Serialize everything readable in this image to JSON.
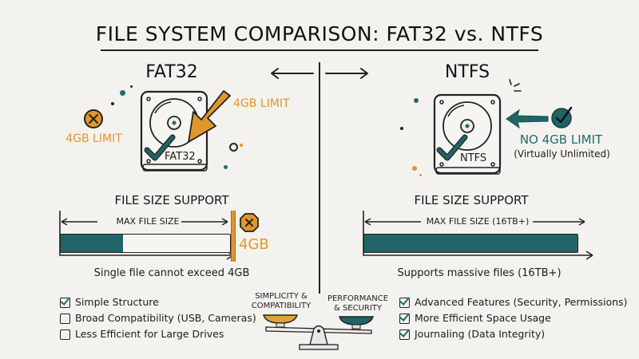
{
  "title": "FILE SYSTEM COMPARISON: FAT32 vs. NTFS",
  "colors": {
    "background": "#f4f2ee",
    "accent_orange": "#e0962a",
    "accent_teal": "#1f6466",
    "ink": "#1c1c1c"
  },
  "left": {
    "heading": "FAT32",
    "drive_label": "FAT32",
    "limit_side_label": "4GB LIMIT",
    "limit_arrow_label": "4GB LIMIT",
    "section_title": "FILE SIZE SUPPORT",
    "bar_label": "MAX FILE SIZE",
    "bar_fill_percent": 33,
    "limit_marker_label": "4GB",
    "caption": "Single file cannot exceed 4GB",
    "features": [
      {
        "label": "Simple Structure",
        "checked": true
      },
      {
        "label": "Broad Compatibility (USB, Cameras)",
        "checked": false
      },
      {
        "label": "Less Efficient for Large Drives",
        "checked": false
      }
    ],
    "icons": [
      "hard-drive-icon",
      "x-circle-icon",
      "arrow-icon",
      "checkmark-icon"
    ]
  },
  "right": {
    "heading": "NTFS",
    "drive_label": "NTFS",
    "limit_label": "NO 4GB LIMIT",
    "limit_sublabel": "(Virtually Unlimited)",
    "section_title": "FILE SIZE SUPPORT",
    "bar_label": "MAX FILE SIZE (16TB+)",
    "bar_fill_percent": 100,
    "caption": "Supports massive files (16TB+)",
    "features": [
      {
        "label": "Advanced Features (Security, Permissions)",
        "checked": true
      },
      {
        "label": "More Efficient Space Usage",
        "checked": true
      },
      {
        "label": "Journaling (Data Integrity)",
        "checked": true
      }
    ],
    "icons": [
      "hard-drive-icon",
      "check-circle-icon",
      "arrow-icon",
      "checkmark-icon"
    ]
  },
  "balance": {
    "left_label_line1": "SIMPLICITY &",
    "left_label_line2": "COMPATIBILITY",
    "right_label_line1": "PERFORMANCE",
    "right_label_line2": "& SECURITY"
  }
}
